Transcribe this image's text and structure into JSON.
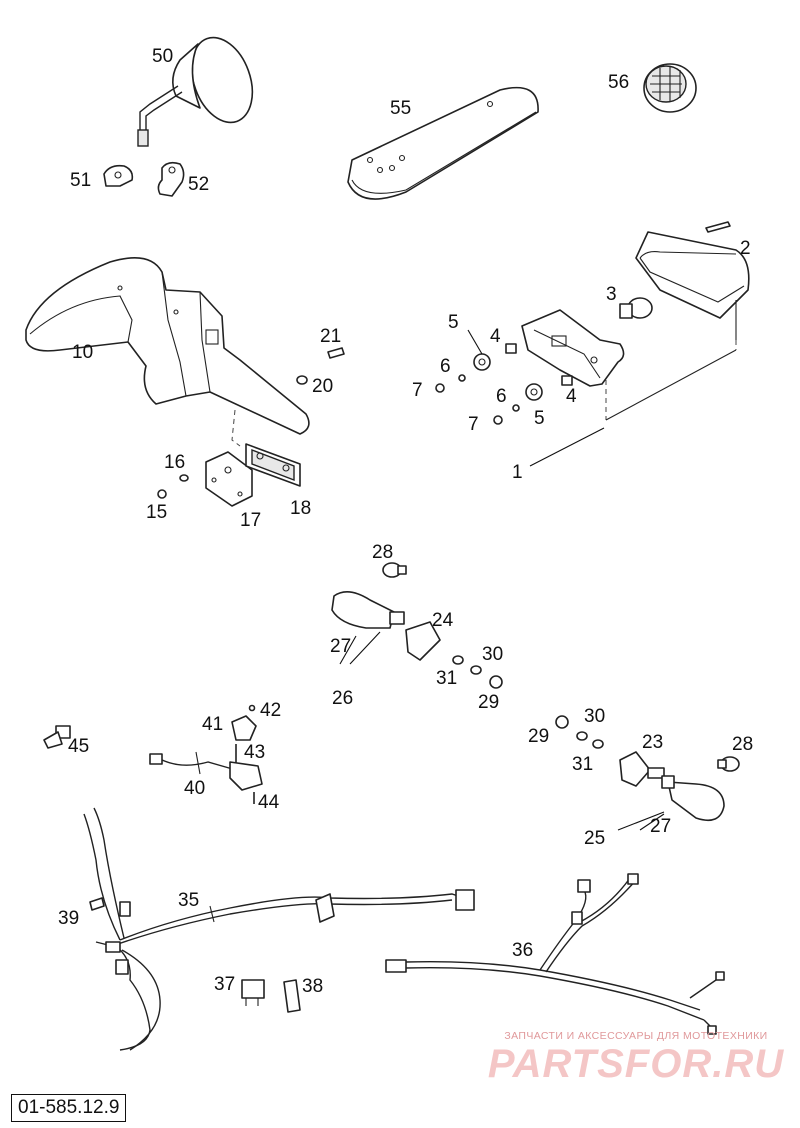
{
  "diagram_code": "01-585.12.9",
  "watermark": {
    "tagline": "ЗАПЧАСТИ И АКСЕССУАРЫ ДЛЯ МОТОТЕХНИКИ",
    "brand": "PARTSFOR.RU"
  },
  "labels": {
    "n1": "1",
    "n2": "2",
    "n3": "3",
    "n4a": "4",
    "n4b": "4",
    "n5a": "5",
    "n5b": "5",
    "n6a": "6",
    "n6b": "6",
    "n7a": "7",
    "n7b": "7",
    "n10": "10",
    "n15": "15",
    "n16": "16",
    "n17": "17",
    "n18": "18",
    "n20": "20",
    "n21": "21",
    "n23": "23",
    "n24": "24",
    "n25": "25",
    "n26": "26",
    "n27a": "27",
    "n27b": "27",
    "n28a": "28",
    "n28b": "28",
    "n29a": "29",
    "n29b": "29",
    "n30a": "30",
    "n30b": "30",
    "n31a": "31",
    "n31b": "31",
    "n35": "35",
    "n36": "36",
    "n37": "37",
    "n38": "38",
    "n39": "39",
    "n40": "40",
    "n41": "41",
    "n42": "42",
    "n43": "43",
    "n44": "44",
    "n45": "45",
    "n50": "50",
    "n51": "51",
    "n52": "52",
    "n55": "55",
    "n56": "56"
  }
}
